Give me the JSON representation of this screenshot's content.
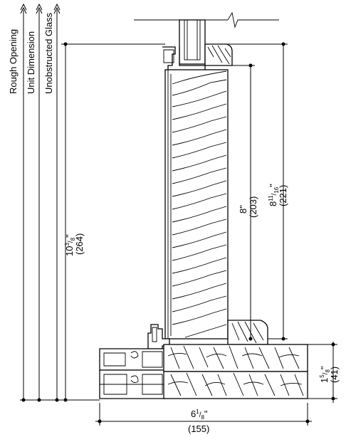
{
  "labels": {
    "rough_opening": "Rough Opening",
    "unit_dimension": "Unit Dimension",
    "unobstructed_glass": "Unobstructed Glass"
  },
  "dimensions": {
    "overall_height": {
      "imperial_whole": "10",
      "imperial_num": "3",
      "imperial_den": "8",
      "inch": "\"",
      "metric": "(264)"
    },
    "glass_height": {
      "imperial": "8\"",
      "metric": "(203)"
    },
    "sash_height": {
      "imperial_whole": "8",
      "imperial_num": "11",
      "imperial_den": "16",
      "inch": "\"",
      "metric": "(221)"
    },
    "sill_height": {
      "imperial_whole": "1",
      "imperial_num": "5",
      "imperial_den": "8",
      "inch": "\"",
      "metric": "(41)"
    },
    "frame_depth": {
      "imperial_whole": "6",
      "imperial_num": "1",
      "imperial_den": "8",
      "inch": "\"",
      "metric": "(155)"
    }
  }
}
